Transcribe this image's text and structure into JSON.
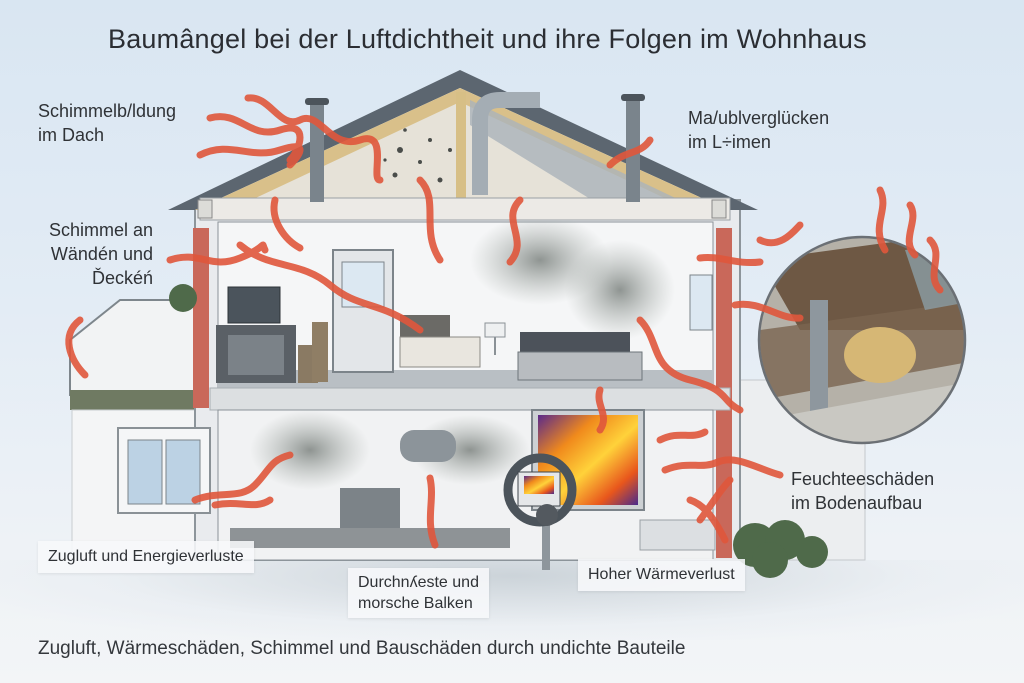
{
  "title": "Baumângel bei der Luftdichtheit und ihre Folgen im Wohnhaus",
  "labels": {
    "roof_mold": {
      "line1": "Schimmelb/ldung",
      "line2": "im Dach"
    },
    "roof_right": {
      "line1": "Ma/ublverglücken",
      "line2": "im L÷imen"
    },
    "wall_mold": {
      "line1": "Schimmel an",
      "line2": "Wändén und",
      "line3": "Ďeckéń"
    },
    "floor_moisture": {
      "line1": "Feuchteeschäden",
      "line2": "im Bodenaufbau"
    },
    "draft": "Zugluft und Energieverluste",
    "beams": {
      "line1": "Durchnʎeste und",
      "line2": "morsche Balken"
    },
    "heat_loss": "Hoher Wärmeverlust"
  },
  "caption": "Zugluft, Wärmeschäden, Schimmel und Bauschäden durch undichte Bauteile",
  "colors": {
    "background": "#dde8f3",
    "air_leak_arrow": "#e0573c",
    "brick": "#c9685a",
    "roof": "#5c6670",
    "roof_timber": "#d9c08a",
    "wall": "#eef0f2",
    "text": "#2c2f33"
  },
  "icons": [
    "air-leak-arrow",
    "thermal-camera",
    "detail-magnifier-circle",
    "chimney-pipe",
    "mold-patch"
  ]
}
